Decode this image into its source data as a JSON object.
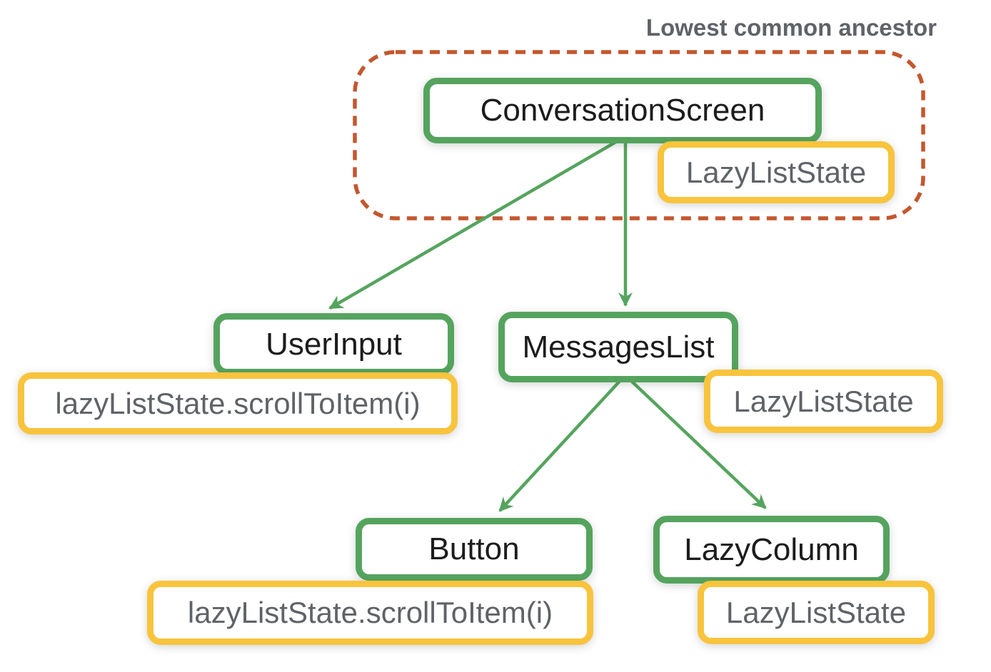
{
  "annotation": {
    "label": "Lowest common ancestor"
  },
  "colors": {
    "green": "#55a45e",
    "yellow": "#f8c43d",
    "dashed-orange": "#c4572e",
    "gray-text": "#5f6368",
    "node-text": "#1c1c1c",
    "background": "#ffffff"
  },
  "tree": {
    "conversation_screen": {
      "label": "ConversationScreen",
      "state": "LazyListState"
    },
    "user_input": {
      "label": "UserInput",
      "event": "lazyListState.scrollToItem(i)"
    },
    "messages_list": {
      "label": "MessagesList",
      "state": "LazyListState"
    },
    "button": {
      "label": "Button",
      "event": "lazyListState.scrollToItem(i)"
    },
    "lazy_column": {
      "label": "LazyColumn",
      "state": "LazyListState"
    }
  }
}
